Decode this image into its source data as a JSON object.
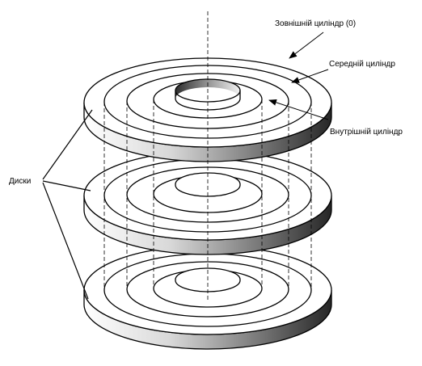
{
  "labels": {
    "outer_cylinder": "Зовнішній циліндр (0)",
    "middle_cylinder": "Середній циліндр",
    "inner_cylinder": "Внутрішній циліндр",
    "disks": "Диски"
  },
  "disk_count": 3,
  "colors": {
    "line": "#000000",
    "background": "#ffffff",
    "edge_dark": "#2a2a2a",
    "edge_light": "#ffffff"
  }
}
